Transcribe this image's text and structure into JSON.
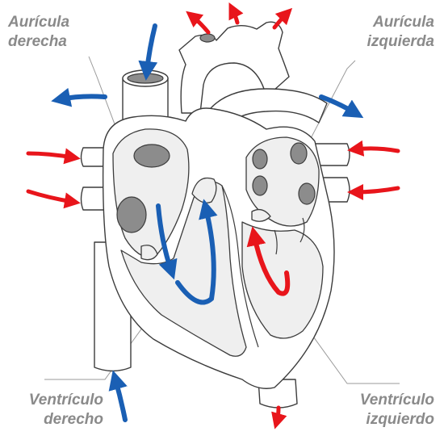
{
  "labels": {
    "right_atrium": [
      "Aurícula",
      "derecha"
    ],
    "left_atrium": [
      "Aurícula",
      "izquierda"
    ],
    "right_ventricle": [
      "Ventrículo",
      "derecho"
    ],
    "left_ventricle": [
      "Ventrículo",
      "izquierdo"
    ]
  },
  "colors": {
    "deoxygenated_flow": "#1a5fb4",
    "oxygenated_flow": "#e8151b",
    "label_text": "#8a8a8a",
    "outline": "#3c3c3c"
  }
}
